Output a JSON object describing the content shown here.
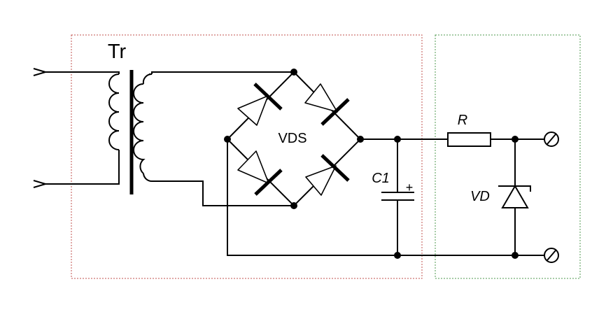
{
  "labels": {
    "transformer": "Tr",
    "bridge": "VDS",
    "capacitor": "C1",
    "capacitor_polarity": "+",
    "resistor": "R",
    "zener": "VD"
  },
  "colors": {
    "rectifier_box": "#c0504d",
    "stabilizer_box": "#4f9a4f",
    "wire": "#000000"
  }
}
